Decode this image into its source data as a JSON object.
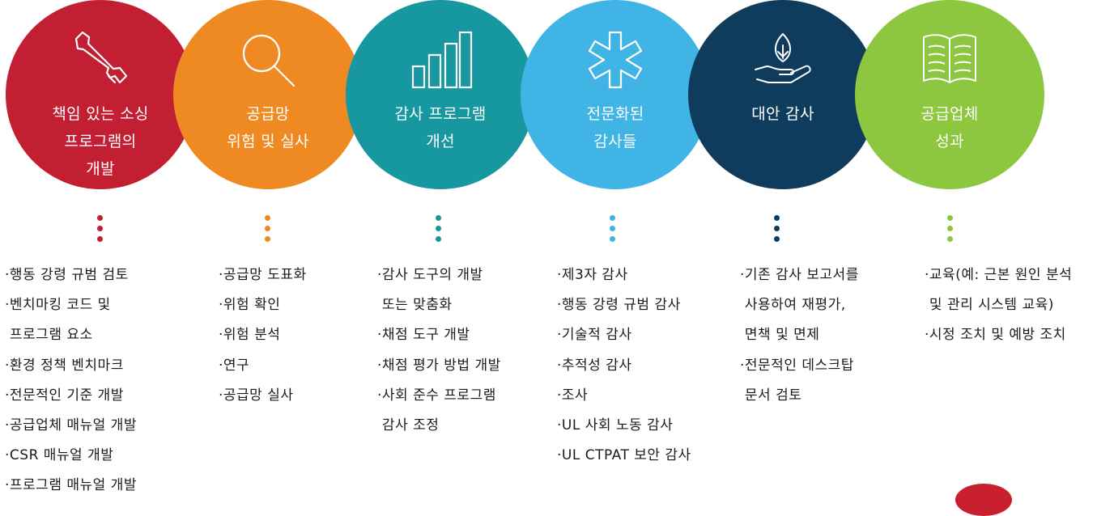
{
  "colors": {
    "red": "#c21f32",
    "orange": "#ef8a22",
    "teal": "#17979f",
    "sky": "#3fb4e5",
    "navy": "#0f3c5d",
    "green": "#8dc63f"
  },
  "steps": [
    {
      "icon": "wrench-icon",
      "title": "책임 있는 소싱\n프로그램의\n개발",
      "items": [
        "·행동 강령 규범 검토",
        "·벤치마킹 코드 및",
        " 프로그램 요소",
        "·환경 정책 벤치마크",
        "·전문적인 기준 개발",
        "·공급업체 매뉴얼 개발",
        "·CSR 매뉴얼 개발",
        "·프로그램 매뉴얼 개발"
      ]
    },
    {
      "icon": "magnifier-icon",
      "title": "공급망\n위험 및 실사",
      "items": [
        "·공급망 도표화",
        "·위험 확인",
        "·위험 분석",
        "·연구",
        "·공급망 실사"
      ]
    },
    {
      "icon": "bar-chart-icon",
      "title": "감사 프로그램\n개선",
      "items": [
        "·감사 도구의 개발",
        " 또는 맞춤화",
        "·채점 도구 개발",
        "·채점 평가 방법 개발",
        "·사회 준수 프로그램",
        " 감사 조정"
      ]
    },
    {
      "icon": "asterisk-icon",
      "title": "전문화된\n감사들",
      "items": [
        "·제3자 감사",
        "·행동 강령 규범 감사",
        "·기술적 감사",
        "·추적성 감사",
        "·조사",
        "·UL 사회 노동 감사",
        "·UL CTPAT 보안 감사"
      ]
    },
    {
      "icon": "hand-plant-icon",
      "title": "대안 감사",
      "items": [
        "·기존 감사 보고서를",
        " 사용하여 재평가,",
        " 면책 및 면제",
        "·전문적인 데스크탑",
        " 문서 검토"
      ]
    },
    {
      "icon": "open-book-icon",
      "title": "공급업체\n성과",
      "items": [
        "·교육(예: 근본 원인 분석",
        " 및 관리 시스템 교육)",
        "·시정 조치 및 예방 조치"
      ]
    }
  ]
}
